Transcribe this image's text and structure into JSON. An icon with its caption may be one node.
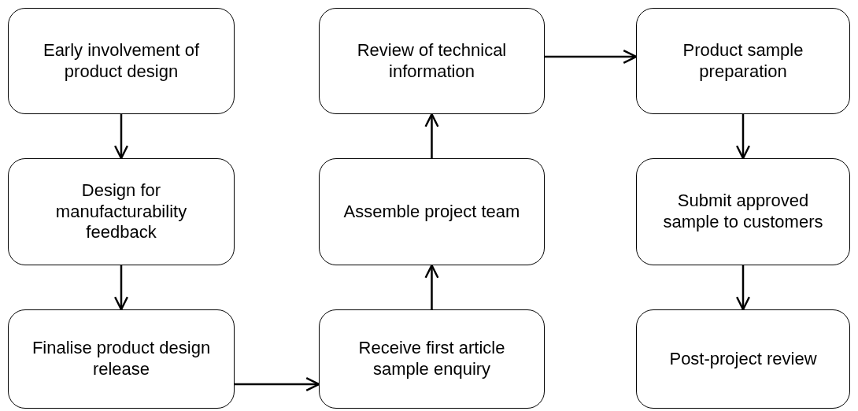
{
  "diagram": {
    "nodes": [
      {
        "text": [
          "Early involvement of product design"
        ]
      },
      {
        "text": [
          "Design for manufacturability feedback"
        ]
      },
      {
        "text": [
          "Finalise product design release"
        ]
      },
      {
        "text": [
          "Receive first article sample enquiry"
        ]
      },
      {
        "text": [
          "Assemble project team"
        ]
      },
      {
        "text": [
          "Review of technical information"
        ]
      },
      {
        "text": [
          "Product sample preparation"
        ]
      },
      {
        "text": [
          "Submit approved sample to customers"
        ]
      },
      {
        "text": [
          "Post-project review"
        ]
      }
    ],
    "edges": [
      {
        "from": 0,
        "to": 1,
        "arrow": "to"
      },
      {
        "from": 1,
        "to": 2,
        "arrow": "to"
      },
      {
        "from": 2,
        "to": 3,
        "arrow": "to"
      },
      {
        "from": 3,
        "to": 4,
        "arrow": "to"
      },
      {
        "from": 4,
        "to": 5,
        "arrow": "to"
      },
      {
        "from": 5,
        "to": 6,
        "arrow": "to"
      },
      {
        "from": 6,
        "to": 7,
        "arrow": "to"
      },
      {
        "from": 7,
        "to": 8,
        "arrow": "to"
      }
    ]
  }
}
